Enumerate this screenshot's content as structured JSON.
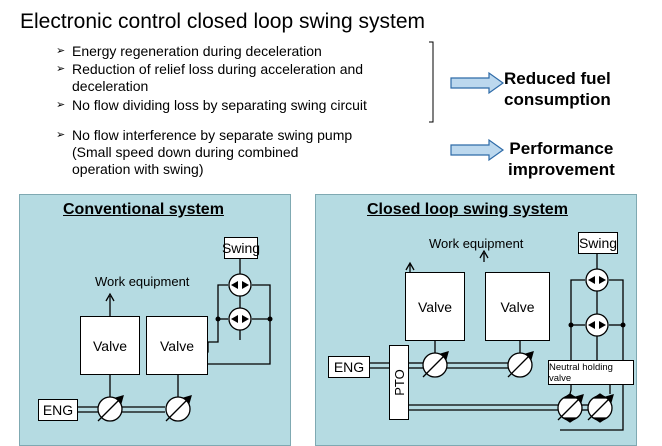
{
  "title": "Electronic control closed loop swing system",
  "bullets": [
    "Energy regeneration during deceleration",
    "Reduction of relief loss during acceleration and",
    "deceleration",
    "No flow dividing loss by separating swing circuit",
    "No flow interference by separate swing pump",
    "(Small speed down during combined",
    "operation with swing)"
  ],
  "bullet_marker": "➢",
  "results": {
    "fuel": [
      "Reduced fuel",
      "consumption"
    ],
    "performance": [
      "Performance",
      "improvement"
    ]
  },
  "conventional": {
    "title": "Conventional system",
    "swing": "Swing",
    "work_equipment": "Work equipment",
    "valve_1": "Valve",
    "valve_2": "Valve",
    "eng": "ENG"
  },
  "closed_loop": {
    "title": "Closed loop swing system",
    "swing": "Swing",
    "work_equipment": "Work equipment",
    "valve_1": "Valve",
    "valve_2": "Valve",
    "eng": "ENG",
    "pto": "PTO",
    "neutral_valve": "Neutral holding valve"
  },
  "colors": {
    "panel_bg": "#b5dbe2",
    "arrow_fill": "#bcd8ee",
    "arrow_stroke": "#2e6ba8"
  }
}
